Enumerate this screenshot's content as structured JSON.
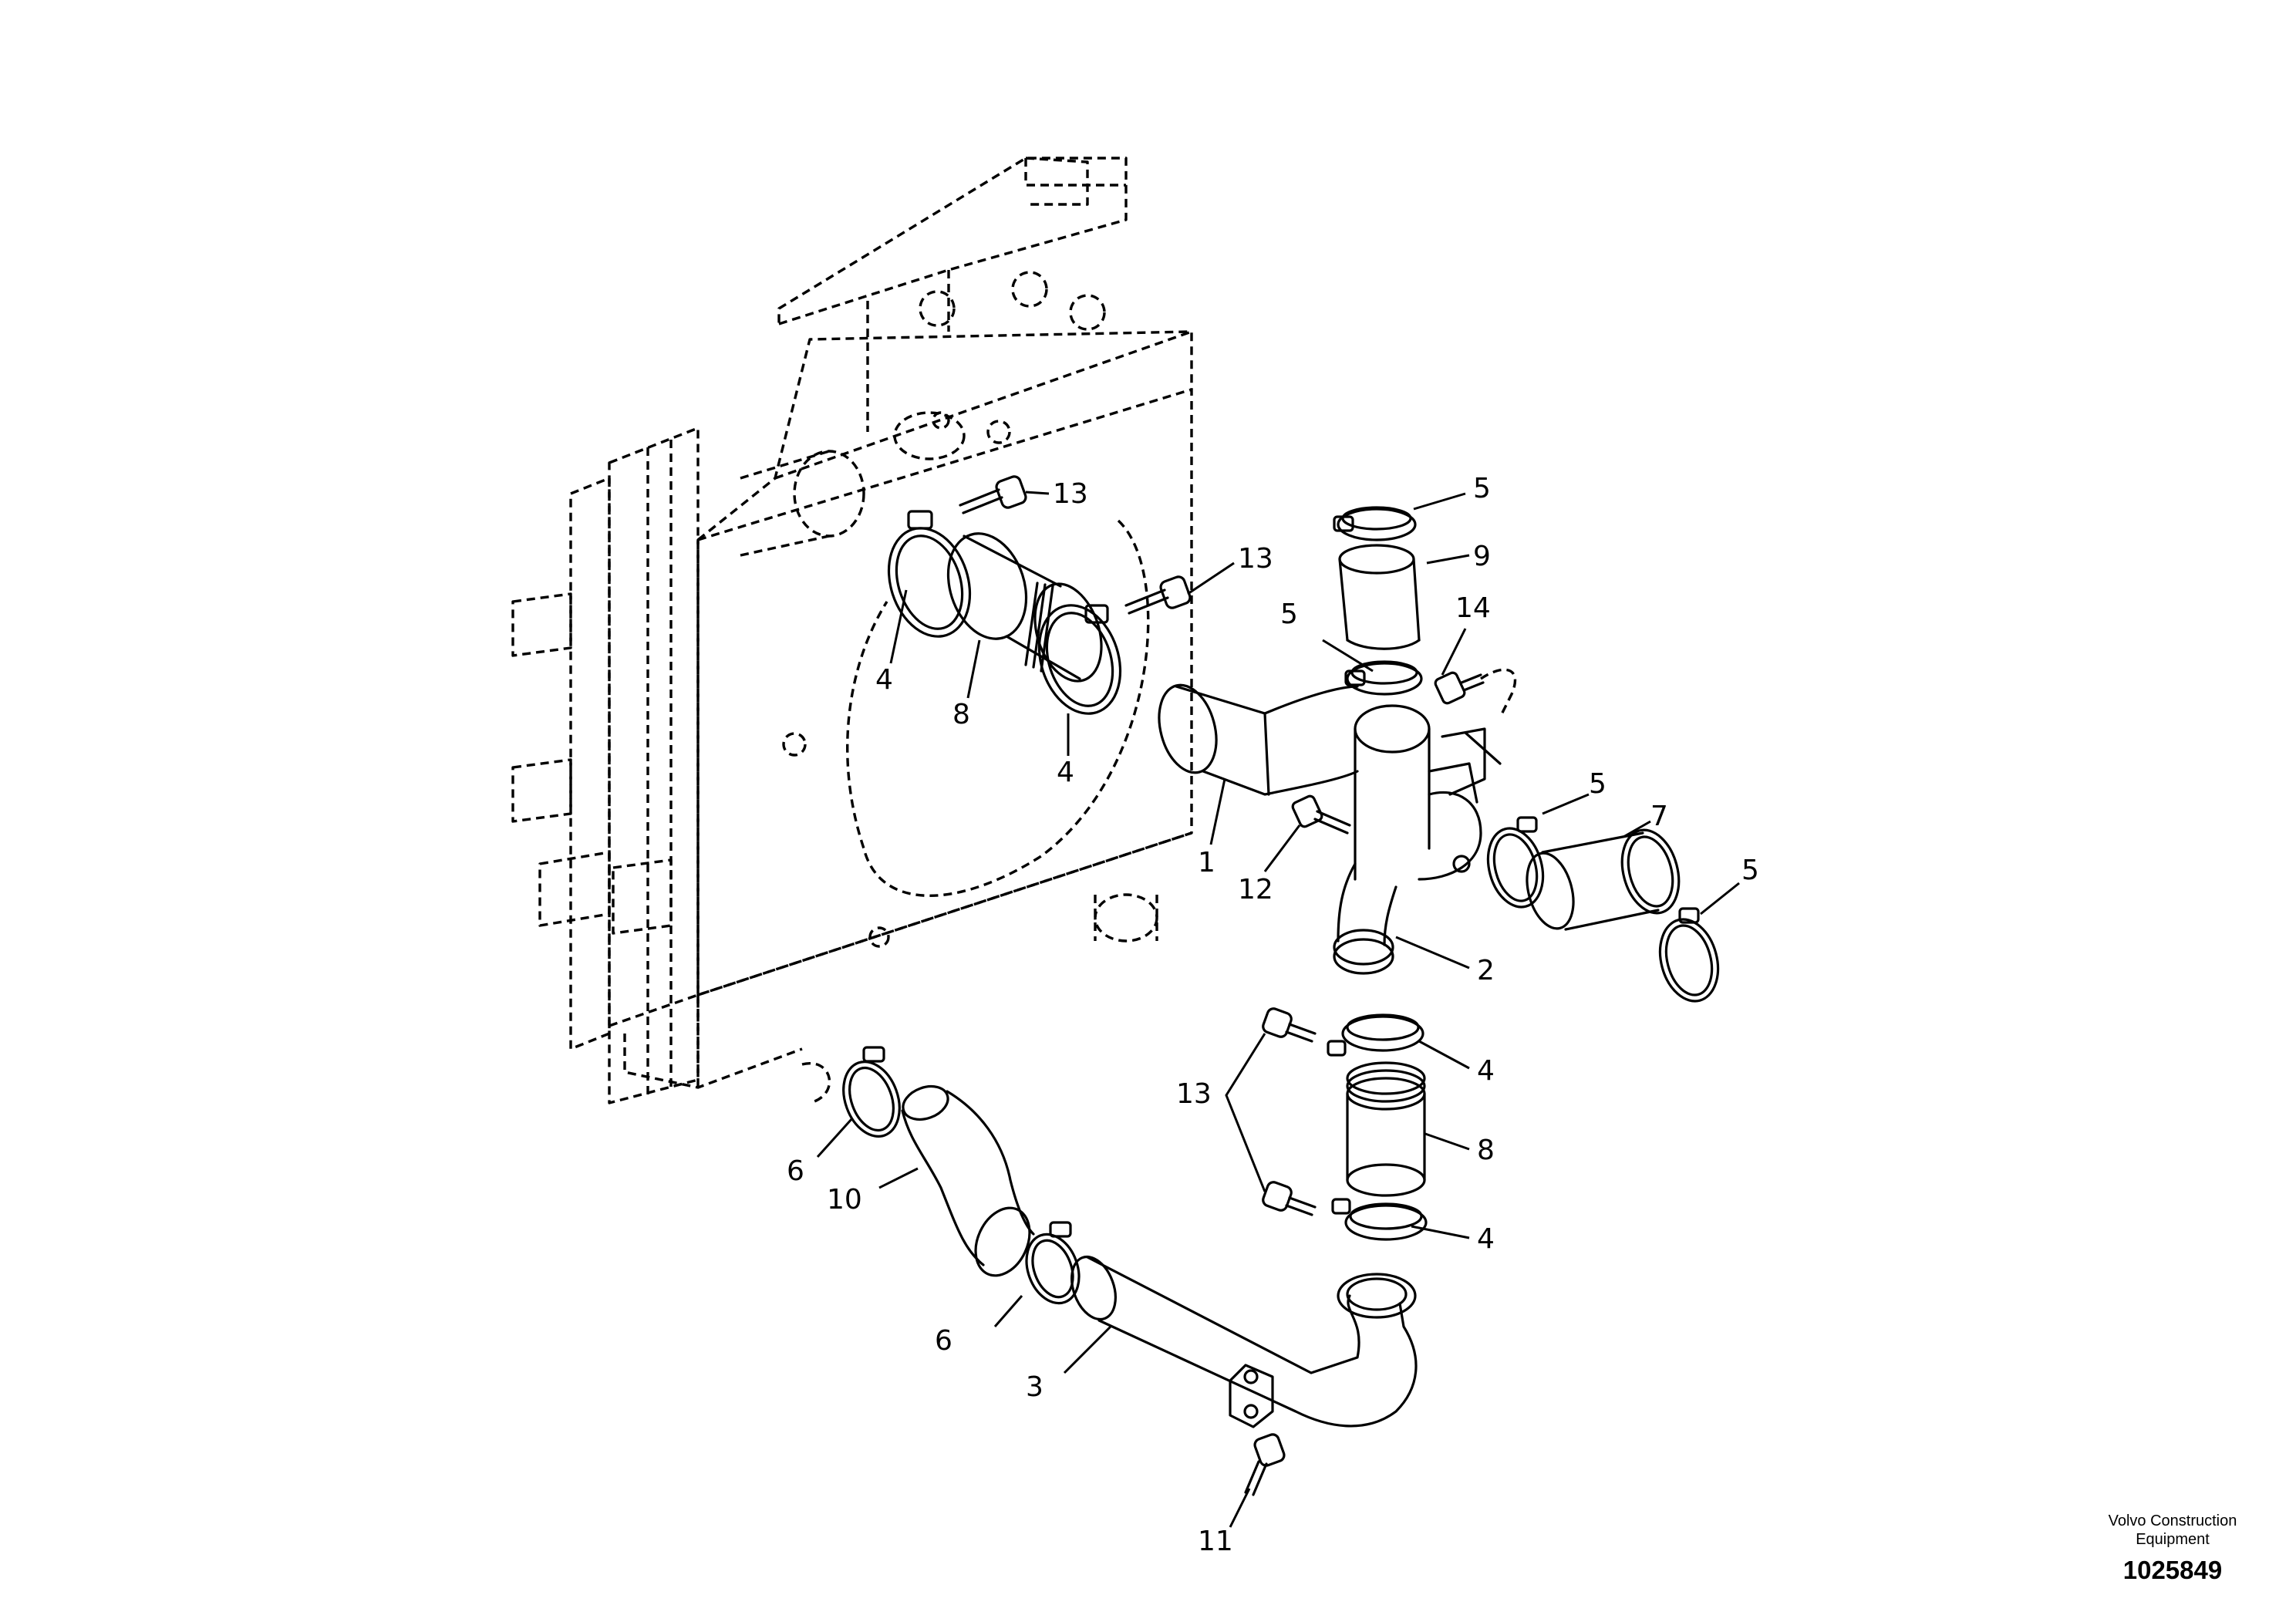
{
  "labels": {
    "p1": "1",
    "p2": "2",
    "p3": "3",
    "p4a": "4",
    "p4b": "4",
    "p4c": "4",
    "p4d": "4",
    "p5a": "5",
    "p5b": "5",
    "p5c": "5",
    "p5d": "5",
    "p6a": "6",
    "p6b": "6",
    "p7": "7",
    "p8a": "8",
    "p8b": "8",
    "p9": "9",
    "p10": "10",
    "p11": "11",
    "p12": "12",
    "p13a": "13",
    "p13b": "13",
    "p13c": "13",
    "p14": "14"
  },
  "footer": {
    "brand_line1": "Volvo Construction",
    "brand_line2": "Equipment",
    "doc_number": "1025849"
  }
}
